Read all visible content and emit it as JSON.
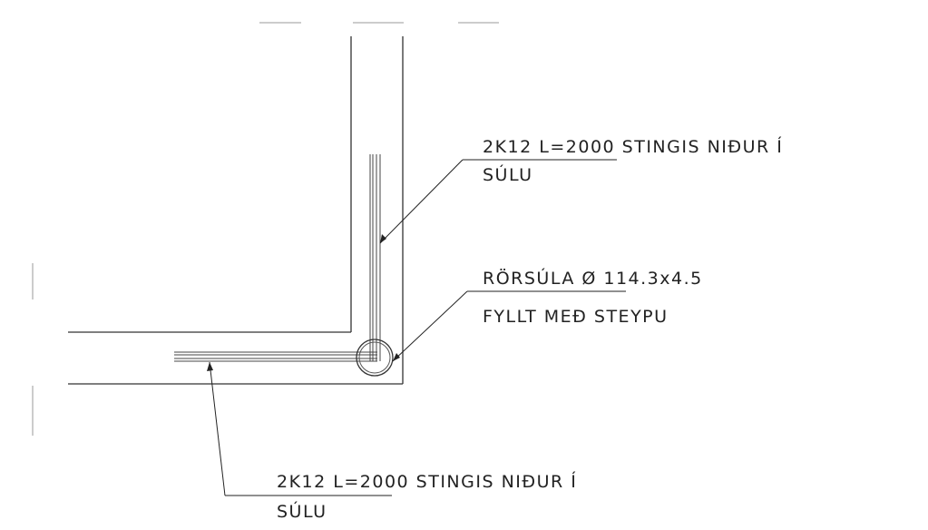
{
  "annotations": {
    "top_bar_note": {
      "line1": "2K12 L=2000 STINGIS NIÐUR Í",
      "line2": "SÚLU"
    },
    "column_note": {
      "line1": "RÖRSÚLA Ø 114.3x4.5",
      "line2": "FYLLT MEÐ STEYPU"
    },
    "bottom_bar_note": {
      "line1": "2K12 L=2000 STINGIS NIÐUR Í",
      "line2": "SÚLU"
    }
  },
  "colors": {
    "background": "#ffffff",
    "linework": "#333333",
    "text": "#222222"
  }
}
